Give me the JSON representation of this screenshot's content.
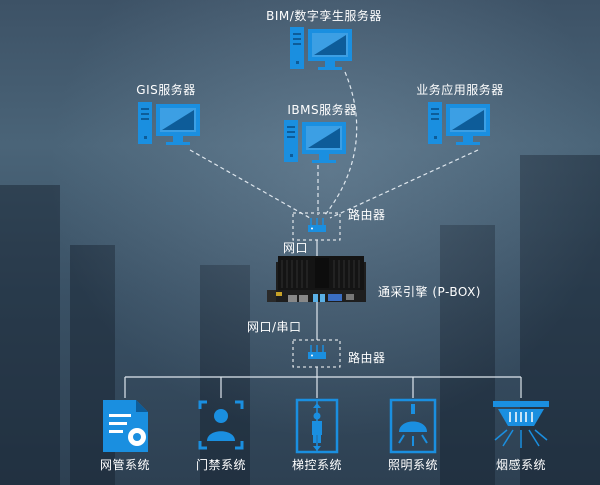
{
  "servers": {
    "bim": "BIM/数字孪生服务器",
    "gis": "GIS服务器",
    "ibms": "IBMS服务器",
    "business": "业务应用服务器"
  },
  "network": {
    "router_top": "路由器",
    "link_top": "网口",
    "gateway": "通采引擎 (P-BOX)",
    "link_bottom": "网口/串口",
    "router_bottom": "路由器"
  },
  "subsystems": [
    {
      "label": "网管系统",
      "icon": "network-management-icon"
    },
    {
      "label": "门禁系统",
      "icon": "access-control-icon"
    },
    {
      "label": "梯控系统",
      "icon": "elevator-control-icon"
    },
    {
      "label": "照明系统",
      "icon": "lighting-icon"
    },
    {
      "label": "烟感系统",
      "icon": "smoke-detector-icon"
    }
  ],
  "colors": {
    "accent": "#1a8fe0",
    "line": "#dfe7ee",
    "text": "#ffffff"
  }
}
